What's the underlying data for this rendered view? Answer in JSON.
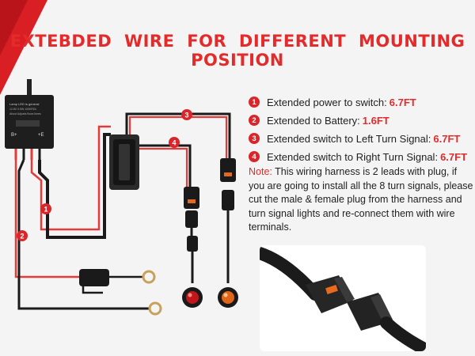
{
  "title": "EXTEBDED WIRE FOR DIFFERENT MOUNTING POSITION",
  "flasher_label": {
    "line1": "Lamp LED is general",
    "line2": "12.8V 0.5W 100KRDL",
    "line3": "About Adjusts flows times",
    "left": "B+",
    "right": "+E"
  },
  "items": [
    {
      "num": "1",
      "text": "Extended power to switch:",
      "value": "6.7FT"
    },
    {
      "num": "2",
      "text": "Extended to Battery:",
      "value": "1.6FT"
    },
    {
      "num": "3",
      "text": "Extended switch to Left Turn Signal:",
      "value": "6.7FT"
    },
    {
      "num": "4",
      "text": "Extended switch to Right Turn Signal:",
      "value": "6.7FT"
    }
  ],
  "note": {
    "label": "Note:",
    "text": " This wiring harness is 2 leads with plug, if you are going to install all the 8 turn signals, please cut the male & female plug from the harness and turn signal lights and re-connect them with wire terminals."
  },
  "markers": {
    "m1": "1",
    "m2": "2",
    "m3": "3",
    "m4": "4"
  },
  "colors": {
    "accent": "#e32b2b",
    "wire_red": "#e53a3a",
    "wire_black": "#1a1a1a",
    "banner": "#d91e24"
  }
}
